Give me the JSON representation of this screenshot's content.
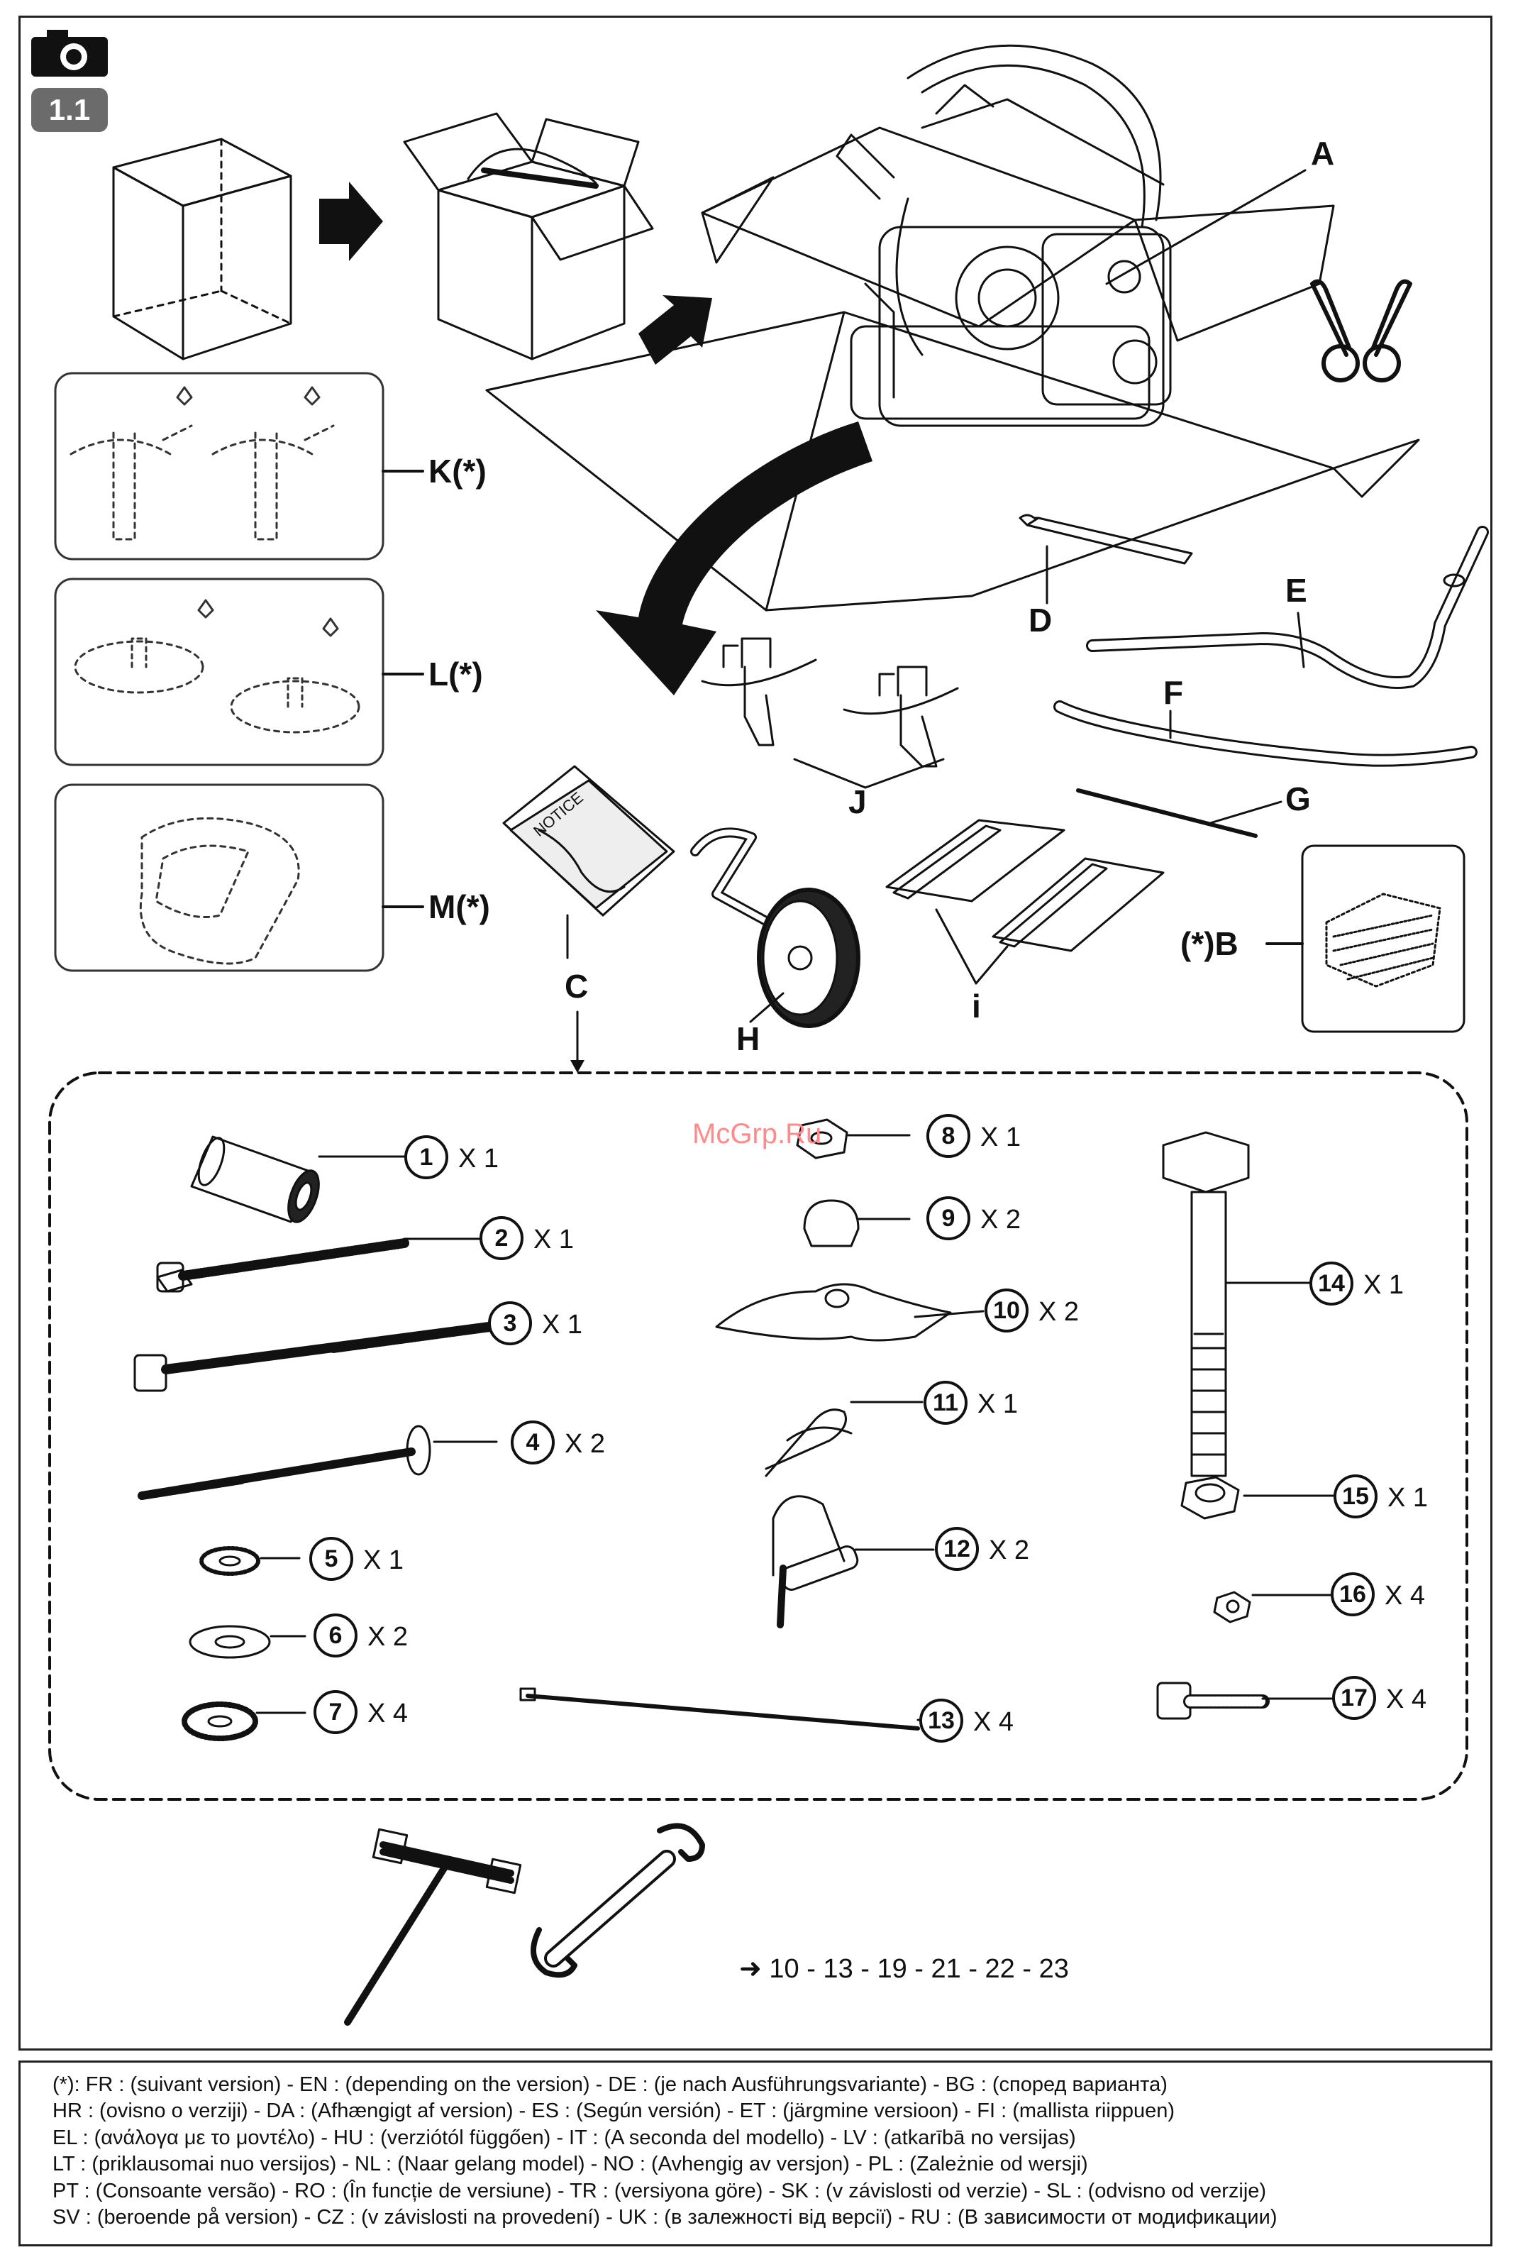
{
  "figure": {
    "number": "1.1",
    "camera_icon": "camera-icon"
  },
  "parts": {
    "A": "A",
    "B": "(*)B",
    "C": "C",
    "D": "D",
    "E": "E",
    "F": "F",
    "G": "G",
    "H": "H",
    "i": "i",
    "J": "J",
    "K": "K(*)",
    "L": "L(*)",
    "M": "M(*)"
  },
  "hardware": [
    {
      "num": "1",
      "qty": "X 1"
    },
    {
      "num": "2",
      "qty": "X 1"
    },
    {
      "num": "3",
      "qty": "X 1"
    },
    {
      "num": "4",
      "qty": "X 2"
    },
    {
      "num": "5",
      "qty": "X 1"
    },
    {
      "num": "6",
      "qty": "X 2"
    },
    {
      "num": "7",
      "qty": "X 4"
    },
    {
      "num": "8",
      "qty": "X 1"
    },
    {
      "num": "9",
      "qty": "X 2"
    },
    {
      "num": "10",
      "qty": "X 2"
    },
    {
      "num": "11",
      "qty": "X 1"
    },
    {
      "num": "12",
      "qty": "X 2"
    },
    {
      "num": "13",
      "qty": "X 4"
    },
    {
      "num": "14",
      "qty": "X 1"
    },
    {
      "num": "15",
      "qty": "X 1"
    },
    {
      "num": "16",
      "qty": "X 4"
    },
    {
      "num": "17",
      "qty": "X 4"
    }
  ],
  "page_refs": "➜ 10 - 13 - 19 - 21 - 22 - 23",
  "watermark": "McGrp.Ru",
  "notice_text": "NOTICE",
  "footer_lines": [
    "(*): FR : (suivant version) - EN : (depending on the version) - DE : (je nach Ausführungsvariante) - BG : (според варианта)",
    "HR : (ovisno o verziji) - DA : (Afhængigt af version) - ES : (Según versión) - ET : (järgmine versioon) - FI : (mallista riippuen)",
    "EL : (ανάλογα με το μοντέλο) - HU : (verziótól függően) - IT : (A seconda del modello) - LV : (atkarībā no versijas)",
    "LT : (priklausomai nuo versijos) - NL : (Naar gelang model) - NO : (Avhengig av versjon) - PL : (Zależnie od wersji)",
    "PT : (Consoante versão) - RO : (În funcție de versiune) - TR : (versiyona göre) - SK : (v závislosti od verzie) - SL : (odvisno od verzije)",
    "SV : (beroende på version) - CZ : (v závislosti na provedení) - UK : (в залежності від версії) - RU : (В зависимости от модификации)"
  ]
}
